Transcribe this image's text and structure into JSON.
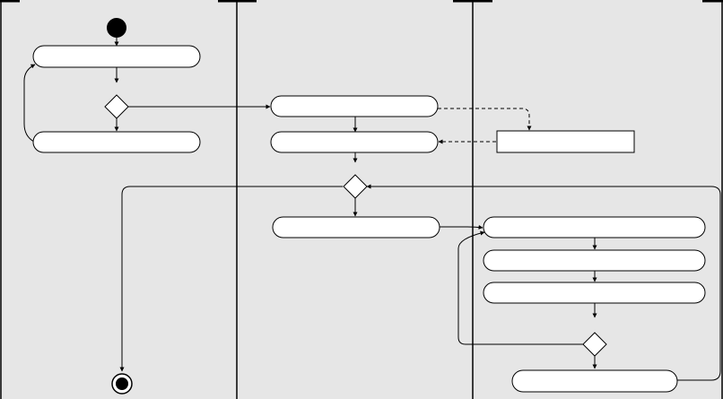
{
  "diagram": {
    "type": "activity-diagram",
    "swimlanes": [
      {
        "id": "lane-1",
        "label": ""
      },
      {
        "id": "lane-2",
        "label": ""
      },
      {
        "id": "lane-3",
        "label": ""
      }
    ],
    "nodes": [
      {
        "id": "start",
        "kind": "initial"
      },
      {
        "id": "a1",
        "kind": "action",
        "lane": "lane-1",
        "label": ""
      },
      {
        "id": "d1",
        "kind": "decision",
        "lane": "lane-1"
      },
      {
        "id": "a2",
        "kind": "action",
        "lane": "lane-1",
        "label": ""
      },
      {
        "id": "a3",
        "kind": "action",
        "lane": "lane-2",
        "label": ""
      },
      {
        "id": "a4",
        "kind": "action",
        "lane": "lane-2",
        "label": ""
      },
      {
        "id": "obj1",
        "kind": "object",
        "lane": "lane-3",
        "label": ""
      },
      {
        "id": "d2",
        "kind": "decision",
        "lane": "lane-2"
      },
      {
        "id": "a5",
        "kind": "action",
        "lane": "lane-2",
        "label": ""
      },
      {
        "id": "a6",
        "kind": "action",
        "lane": "lane-3",
        "label": ""
      },
      {
        "id": "a7",
        "kind": "action",
        "lane": "lane-3",
        "label": ""
      },
      {
        "id": "a8",
        "kind": "action",
        "lane": "lane-3",
        "label": ""
      },
      {
        "id": "d3",
        "kind": "decision",
        "lane": "lane-3"
      },
      {
        "id": "a9",
        "kind": "action",
        "lane": "lane-3",
        "label": ""
      },
      {
        "id": "end",
        "kind": "final"
      }
    ],
    "edges": [
      {
        "from": "start",
        "to": "a1",
        "style": "solid"
      },
      {
        "from": "a1",
        "to": "d1",
        "style": "solid"
      },
      {
        "from": "d1",
        "to": "a2",
        "style": "solid"
      },
      {
        "from": "a2",
        "to": "a1",
        "style": "solid"
      },
      {
        "from": "d1",
        "to": "a3",
        "style": "solid"
      },
      {
        "from": "a3",
        "to": "a4",
        "style": "solid"
      },
      {
        "from": "a3",
        "to": "obj1",
        "style": "dashed"
      },
      {
        "from": "obj1",
        "to": "a4",
        "style": "dashed"
      },
      {
        "from": "a4",
        "to": "d2",
        "style": "solid"
      },
      {
        "from": "d2",
        "to": "a5",
        "style": "solid"
      },
      {
        "from": "d2",
        "to": "end",
        "style": "solid"
      },
      {
        "from": "a5",
        "to": "a6",
        "style": "solid"
      },
      {
        "from": "a6",
        "to": "a7",
        "style": "solid"
      },
      {
        "from": "a7",
        "to": "a8",
        "style": "solid"
      },
      {
        "from": "a8",
        "to": "d3",
        "style": "solid"
      },
      {
        "from": "d3",
        "to": "a9",
        "style": "solid"
      },
      {
        "from": "d3",
        "to": "a6",
        "style": "solid"
      },
      {
        "from": "a9",
        "to": "d2",
        "style": "solid"
      }
    ]
  },
  "colors": {
    "lane_fill": "#e6e6e6",
    "node_fill": "#ffffff",
    "stroke": "#000000"
  }
}
